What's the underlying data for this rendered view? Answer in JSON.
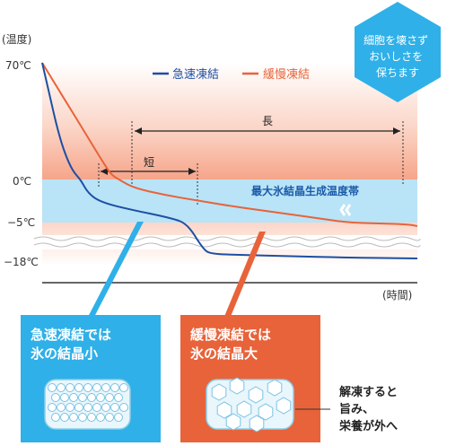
{
  "colors": {
    "rapid": "#1d4fa3",
    "slow": "#e8633a",
    "badge": "#2fb0e8",
    "zone": "#b9e3f7",
    "warm": "#f6b29a"
  },
  "chart_data": {
    "type": "line",
    "ylabel": "(温度)",
    "xlabel": "(時間)",
    "y_ticks": [
      "70℃",
      "0℃",
      "−5℃",
      "−18℃"
    ],
    "legend": [
      "急速凍結",
      "緩慢凍結"
    ],
    "legend_position": "top",
    "series": [
      {
        "name": "急速凍結",
        "color": "#1d4fa3",
        "x": [
          0,
          0.5,
          1,
          1.5,
          2,
          2.5,
          3,
          3.8,
          5.5,
          8.5,
          9.5,
          10.5,
          11,
          13,
          16,
          20,
          24.5
        ],
        "y": [
          70,
          50,
          30,
          15,
          5,
          0,
          -1.6,
          -2.6,
          -3.4,
          -4.5,
          -5.6,
          -14.5,
          -16.4,
          -16.7,
          -17.2,
          -17.7,
          -18
        ]
      },
      {
        "name": "緩慢凍結",
        "color": "#e8633a",
        "x": [
          0,
          1,
          2,
          3,
          4,
          4.5,
          5,
          6,
          8,
          10,
          12,
          14,
          16,
          18,
          20,
          22,
          24,
          24.5
        ],
        "y": [
          70,
          55,
          40,
          25,
          10,
          3,
          0,
          -1,
          -1.8,
          -2.4,
          -3,
          -3.5,
          -4,
          -4.5,
          -5,
          -5.3,
          -5.7,
          -6.3
        ]
      }
    ],
    "bands": [
      {
        "label": "最大氷結晶生成温度帯",
        "from": -5,
        "to": -1
      }
    ],
    "brackets": [
      {
        "label": "短",
        "from_x": 3.4,
        "to_x": 9.2
      },
      {
        "label": "長",
        "from_x": 5.5,
        "to_x": 21.7
      }
    ],
    "axis_break": "between −5℃ and −18℃"
  },
  "badge_text": "細胞を壊さず\nおいしさを\n保ちます",
  "rapid_box": {
    "title": "急速凍結では\n氷の結晶小"
  },
  "slow_box": {
    "title": "緩慢凍結では\n氷の結晶大"
  },
  "note": "解凍すると\n旨み、\n栄養が外へ"
}
